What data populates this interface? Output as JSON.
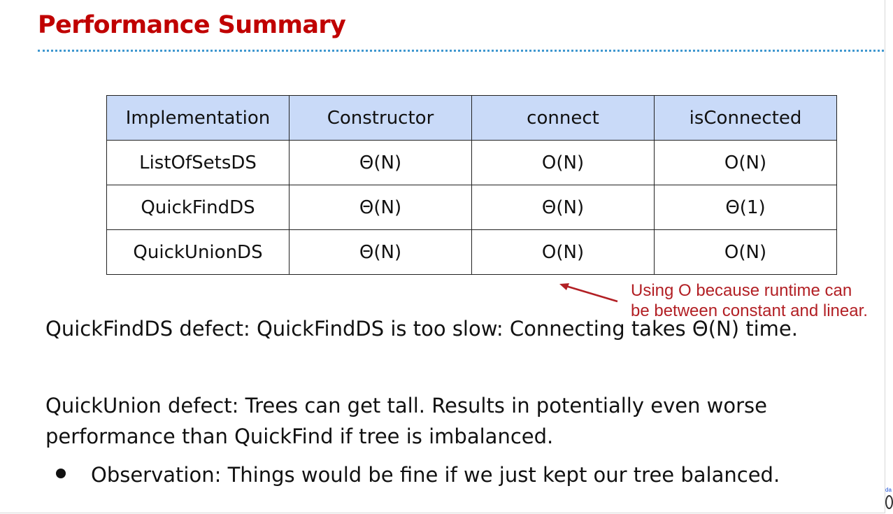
{
  "slide": {
    "title": "Performance Summary",
    "table": {
      "headers": [
        "Implementation",
        "Constructor",
        "connect",
        "isConnected"
      ],
      "rows": [
        [
          "ListOfSetsDS",
          "Θ(N)",
          "O(N)",
          "O(N)"
        ],
        [
          "QuickFindDS",
          "Θ(N)",
          "Θ(N)",
          "Θ(1)"
        ],
        [
          "QuickUnionDS",
          "Θ(N)",
          "O(N)",
          "O(N)"
        ]
      ]
    },
    "annotation": {
      "line1": "Using O because runtime can",
      "line2": "be between constant and linear."
    },
    "paragraph1": "QuickFindDS defect: QuickFindDS is too slow: Connecting takes Θ(N) time.",
    "paragraph2_line1": "QuickUnion defect: Trees can get tall. Results in potentially even worse",
    "paragraph2_line2": "performance than QuickFind if tree is imbalanced.",
    "bullet": "Observation: Things would be fine if we just kept our tree balanced.",
    "footer_link": "da"
  },
  "colors": {
    "title": "#c00000",
    "header_fill": "#c9daf8",
    "annotation": "#b21f24",
    "rule": "#3f97cf"
  }
}
